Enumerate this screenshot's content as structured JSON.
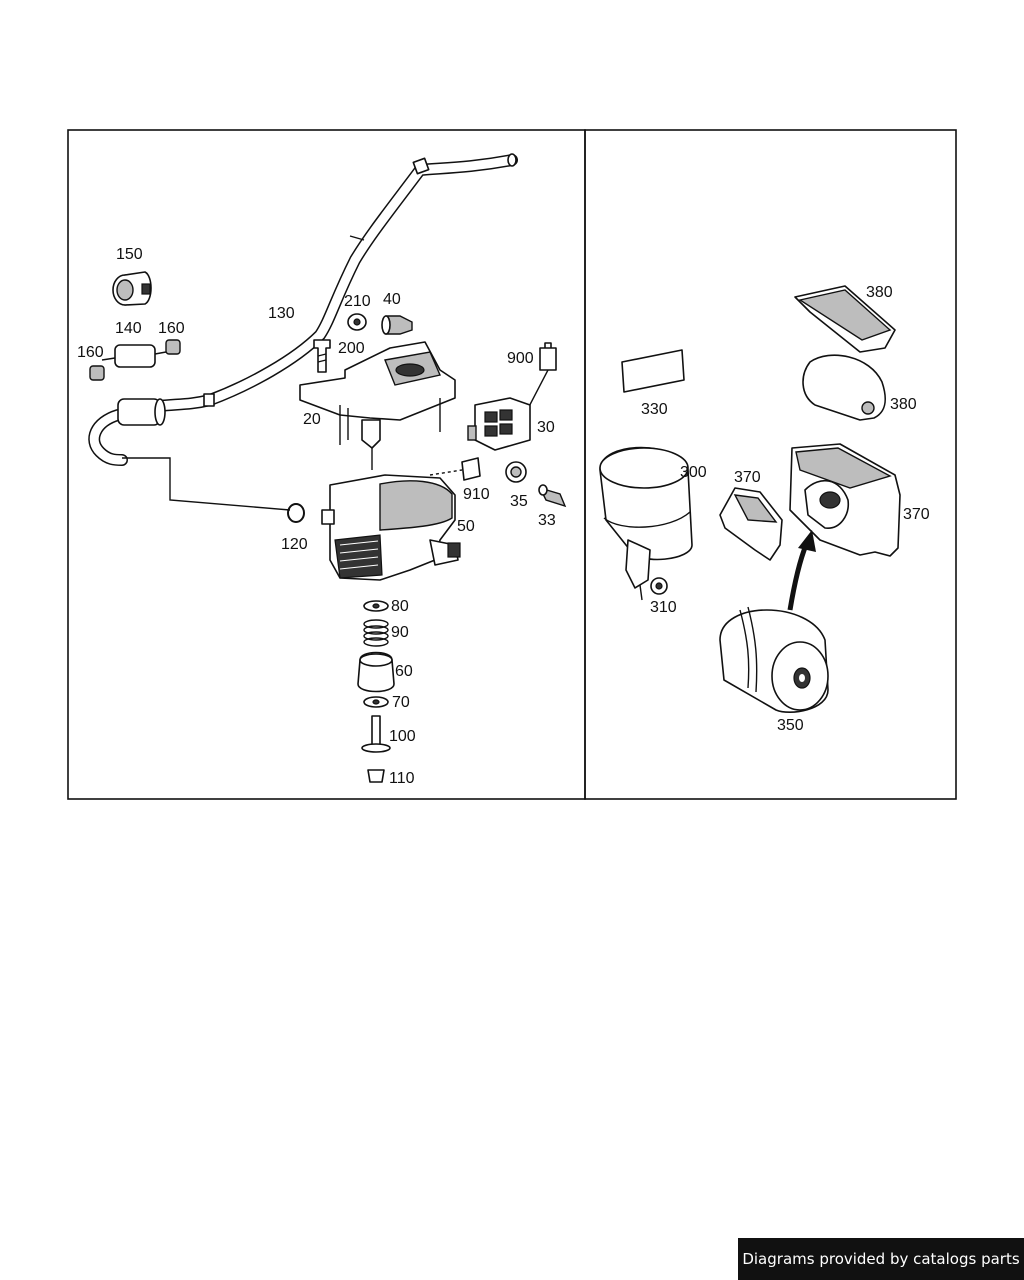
{
  "labels": {
    "p150": "150",
    "p140": "140",
    "p160a": "160",
    "p160b": "160",
    "p130": "130",
    "p210": "210",
    "p40": "40",
    "p200": "200",
    "p20": "20",
    "p900": "900",
    "p30": "30",
    "p910": "910",
    "p35": "35",
    "p33": "33",
    "p50": "50",
    "p120": "120",
    "p80": "80",
    "p90": "90",
    "p60": "60",
    "p70": "70",
    "p100": "100",
    "p110": "110",
    "p380a": "380",
    "p380b": "380",
    "p330": "330",
    "p300": "300",
    "p370a": "370",
    "p370b": "370",
    "p310": "310",
    "p350": "350"
  },
  "footer": {
    "text": "Diagrams provided by catalogs parts"
  }
}
